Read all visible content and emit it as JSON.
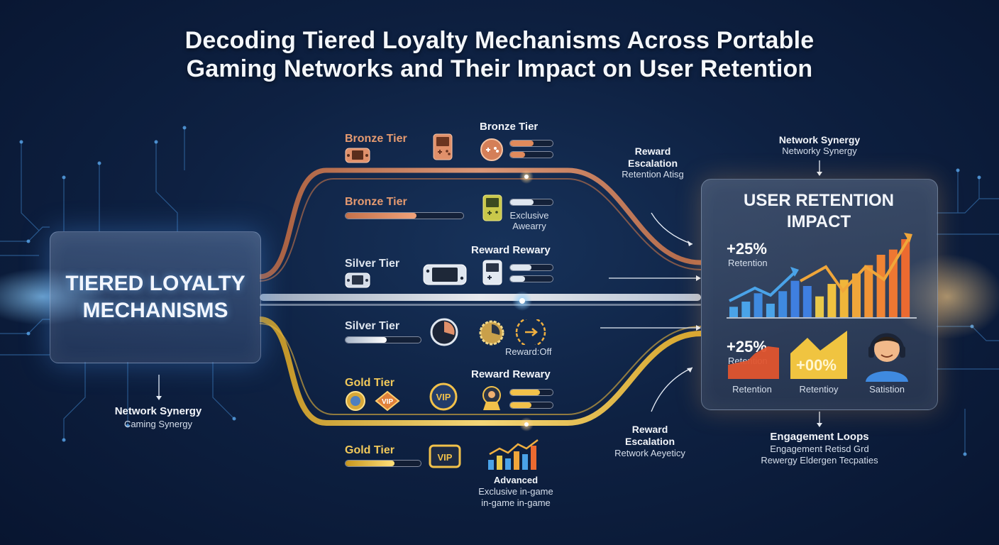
{
  "title": {
    "line1": "Decoding Tiered Loyalty Mechanisms Across Portable",
    "line2": "Gaming Networks and Their Impact on User Retention"
  },
  "left_panel": {
    "line1": "TIERED LOYALTY",
    "line2": "MECHANISMS"
  },
  "left_notes": {
    "label": "Network Synergy",
    "sub": "Caming Synergy"
  },
  "tiers": {
    "row1": {
      "tier": "Bronze Tier",
      "header": "Bronze Tier",
      "bar_a": 0.55,
      "bar_b": 0.35
    },
    "row2": {
      "tier": "Bronze Tier",
      "bar": 0.6,
      "mini_bar": 0.55,
      "note1": "Exclusive",
      "note2": "Awearry"
    },
    "row3": {
      "tier": "Silver Tier",
      "header": "Reward Rewary",
      "bar_a": 0.5,
      "bar_b": 0.35
    },
    "row4": {
      "tier": "Silver Tier",
      "bar": 0.55,
      "note": "Reward:Off"
    },
    "row5": {
      "tier": "Gold Tier",
      "header": "Reward Rewary",
      "badge": "VIP",
      "bar_a": 0.7,
      "bar_b": 0.5
    },
    "row6": {
      "tier": "Gold Tier",
      "bar": 0.65,
      "badge": "VIP",
      "note1": "Advanced",
      "note2": "Exclusive in-game",
      "note3": "in-game in-game"
    }
  },
  "annotations": {
    "reward_escalation_top": {
      "line1": "Reward",
      "line2": "Escalation",
      "sub": "Retention Atisg"
    },
    "network_synergy_top": {
      "label": "Network Synergy",
      "sub": "Networky Synergy"
    },
    "reward_escalation_bottom": {
      "line1": "Reward",
      "line2": "Escalation",
      "sub": "Retwork Aeyeticy"
    },
    "engagement_loops": {
      "label": "Engagement Loops",
      "sub1": "Engagement Retisd Grd",
      "sub2": "Rewergy Eldergen Tecpaties"
    }
  },
  "right_panel": {
    "title_line1": "USER RETENTION",
    "title_line2": "IMPACT",
    "stat1": {
      "value": "+25%",
      "label": "Retention"
    },
    "stat2": {
      "value": "+25%",
      "label": "Retention"
    },
    "stat3": {
      "value": "+00%"
    },
    "bottom_labels": [
      "Retention",
      "Retentioy",
      "Satistion"
    ]
  },
  "chart_data": {
    "type": "bar",
    "values": [
      1,
      1.5,
      2.3,
      1.3,
      2.5,
      3.5,
      3,
      2,
      3.2,
      3.6,
      4.2,
      5,
      6,
      6.5,
      7.5
    ],
    "colors": [
      "#4aa3e8",
      "#4aa3e8",
      "#3f8ae0",
      "#4aa3e8",
      "#3f8ae0",
      "#3f7fe0",
      "#3f7fe0",
      "#e8c84a",
      "#f0c240",
      "#f0b63a",
      "#f0a63a",
      "#f09436",
      "#f08434",
      "#ee7732",
      "#ec6a30"
    ]
  },
  "colors": {
    "bronze": "#e08a5c",
    "silver": "#dfe6ef",
    "gold": "#f2c14a",
    "accent_orange": "#f08a34",
    "accent_blue": "#4aa3e8"
  }
}
